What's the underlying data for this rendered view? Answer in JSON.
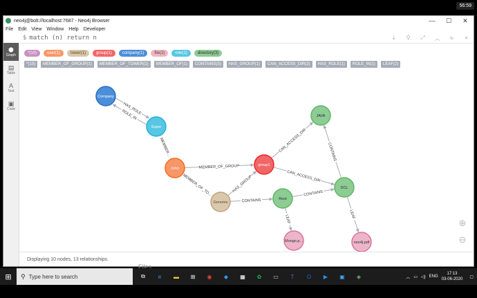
{
  "overlay_clock": "56:59",
  "window": {
    "title": "neo4j@bolt://localhost:7687 - Neo4j Browser",
    "controls": [
      "—",
      "☐",
      "✕"
    ]
  },
  "menu": [
    "File",
    "Edit",
    "View",
    "Window",
    "Help",
    "Developer"
  ],
  "editor": {
    "prompt": "$",
    "query": "match (n) return n"
  },
  "sidebar": [
    {
      "label": "Graph",
      "icon": "graph-icon"
    },
    {
      "label": "Table",
      "icon": "table-icon"
    },
    {
      "label": "Text",
      "icon": "text-icon"
    },
    {
      "label": "Code",
      "icon": "code-icon"
    }
  ],
  "labels": [
    {
      "text": "*(10)",
      "bg": "#c990c0",
      "fg": "#ffffff"
    },
    {
      "text": "user(1)",
      "bg": "#f79767",
      "fg": "#ffffff"
    },
    {
      "text": "tower(1)",
      "bg": "#d9c8ae",
      "fg": "#604a0e"
    },
    {
      "text": "group(1)",
      "bg": "#f16667",
      "fg": "#ffffff"
    },
    {
      "text": "company(1)",
      "bg": "#4c8eda",
      "fg": "#ffffff"
    },
    {
      "text": "file(2)",
      "bg": "#ecb5c9",
      "fg": "#604a0e"
    },
    {
      "text": "role(1)",
      "bg": "#57c7e3",
      "fg": "#ffffff"
    },
    {
      "text": "directory(3)",
      "bg": "#8dcc93",
      "fg": "#2a2c34"
    }
  ],
  "relationships": [
    "*(13)",
    "MEMBER_OF_GROUP(1)",
    "MEMBER_OF_TOWER(1)",
    "MEMBER_OF(1)",
    "CONTAINS(3)",
    "HAS_GROUP(1)",
    "CAN_ACCESS_DIR(2)",
    "HAS_ROLE(1)",
    "ROLE_IN(1)",
    "LEAF(2)"
  ],
  "graph": {
    "nodes": [
      {
        "id": "company",
        "label": "Company",
        "fill": "#4c8eda",
        "stroke": "#2870c2",
        "text": "#ffffff"
      },
      {
        "id": "super",
        "label": "Super",
        "fill": "#57c7e3",
        "stroke": "#23b3d7",
        "text": "#ffffff"
      },
      {
        "id": "john",
        "label": "John",
        "fill": "#f79767",
        "stroke": "#f36924",
        "text": "#ffffff"
      },
      {
        "id": "genome",
        "label": "Genome",
        "fill": "#d9c8ae",
        "stroke": "#c0a378",
        "text": "#604a0e"
      },
      {
        "id": "group1",
        "label": "group1",
        "fill": "#f16667",
        "stroke": "#eb2728",
        "text": "#ffffff"
      },
      {
        "id": "root",
        "label": "Root",
        "fill": "#8dcc93",
        "stroke": "#5db665",
        "text": "#2a2c34"
      },
      {
        "id": "java",
        "label": "JAVA",
        "fill": "#8dcc93",
        "stroke": "#5db665",
        "text": "#2a2c34"
      },
      {
        "id": "dcl",
        "label": "DCL",
        "fill": "#8dcc93",
        "stroke": "#5db665",
        "text": "#2a2c34"
      },
      {
        "id": "mongo",
        "label": "Mongo.p...",
        "fill": "#ecb5c9",
        "stroke": "#da7298",
        "text": "#2a2c34"
      },
      {
        "id": "neo4jpdf",
        "label": "neo4j.pdf",
        "fill": "#ecb5c9",
        "stroke": "#da7298",
        "text": "#2a2c34"
      }
    ],
    "edges": [
      {
        "from": "company",
        "to": "super",
        "label": "HAS_ROLE",
        "offset": -5
      },
      {
        "from": "super",
        "to": "company",
        "label": "ROLE_IN",
        "offset": -5
      },
      {
        "from": "super",
        "to": "john",
        "label": "MEMBER...",
        "offset": 0
      },
      {
        "from": "john",
        "to": "group1",
        "label": "MEMBER_OF_GROUP",
        "offset": 0
      },
      {
        "from": "john",
        "to": "genome",
        "label": "MEMBER_OF_TO...",
        "offset": 0
      },
      {
        "from": "genome",
        "to": "group1",
        "label": "HAS_GROUP",
        "offset": 0
      },
      {
        "from": "genome",
        "to": "root",
        "label": "CONTAINS",
        "offset": 0
      },
      {
        "from": "group1",
        "to": "java",
        "label": "CAN_ACCESS_DIR",
        "offset": 0
      },
      {
        "from": "group1",
        "to": "dcl",
        "label": "CAN_ACCESS_DIR",
        "offset": 0
      },
      {
        "from": "root",
        "to": "dcl",
        "label": "CONTAINS",
        "offset": 0
      },
      {
        "from": "dcl",
        "to": "java",
        "label": "CONTAINS",
        "offset": 0
      },
      {
        "from": "root",
        "to": "mongo",
        "label": "LEAF",
        "offset": 0
      },
      {
        "from": "dcl",
        "to": "neo4jpdf",
        "label": "LEAF",
        "offset": 0
      }
    ]
  },
  "status": "Displaying 10 nodes, 13 relationships.",
  "ghost_text": "Files",
  "taskbar": {
    "search_placeholder": "Type here to search",
    "apps": [
      {
        "icon": "task-view-icon",
        "color": "#ffffff",
        "glyph": "⧉"
      },
      {
        "icon": "edge-icon",
        "color": "#3a96dd",
        "glyph": "e"
      },
      {
        "icon": "file-explorer-icon",
        "color": "#f4c542",
        "glyph": "▬"
      },
      {
        "icon": "store-icon",
        "color": "#ffffff",
        "glyph": "⊞"
      },
      {
        "icon": "chrome-icon",
        "color": "#e94235",
        "glyph": "◉"
      },
      {
        "icon": "vscode-icon",
        "color": "#2a9df4",
        "glyph": "◆"
      },
      {
        "icon": "app-icon",
        "color": "#ffffff",
        "glyph": "▦"
      },
      {
        "icon": "robo3t-icon",
        "color": "#2ab04b",
        "glyph": "✿"
      },
      {
        "icon": "terminal-icon",
        "color": "#cccccc",
        "glyph": "▭"
      },
      {
        "icon": "teams-icon",
        "color": "#6264a7",
        "glyph": "T"
      },
      {
        "icon": "outlook-icon",
        "color": "#0f78d4",
        "glyph": "O"
      },
      {
        "icon": "zoom-icon",
        "color": "#2d8cff",
        "glyph": "▶"
      },
      {
        "icon": "app-icon-2",
        "color": "#3ea6ff",
        "glyph": "▣"
      },
      {
        "icon": "neo4j-icon",
        "color": "#68bc71",
        "glyph": "◈"
      }
    ],
    "language": "ENG",
    "time": "17:13",
    "date": "03-06-2020"
  }
}
